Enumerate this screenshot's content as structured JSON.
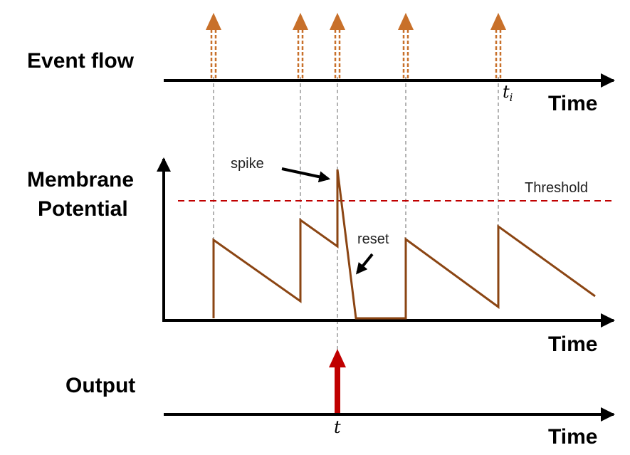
{
  "labels": {
    "event_flow": "Event flow",
    "membrane_line1": "Membrane",
    "membrane_line2": "Potential",
    "output": "Output",
    "time_top": "Time",
    "time_middle": "Time",
    "time_bottom": "Time",
    "t_i": "t",
    "t_i_sub": "i",
    "t_out": "t",
    "spike": "spike",
    "reset": "reset",
    "threshold": "Threshold"
  },
  "colors": {
    "axis": "#000000",
    "event_arrow": "#c8702a",
    "membrane_trace": "#8b4513",
    "threshold": "#c00000",
    "output_spike": "#c00000",
    "guide_line": "#8a8a8a"
  },
  "icons": {
    "event": "dashed-up-arrow-icon",
    "output": "solid-up-arrow-icon",
    "annotation": "pointer-arrow-icon"
  }
}
